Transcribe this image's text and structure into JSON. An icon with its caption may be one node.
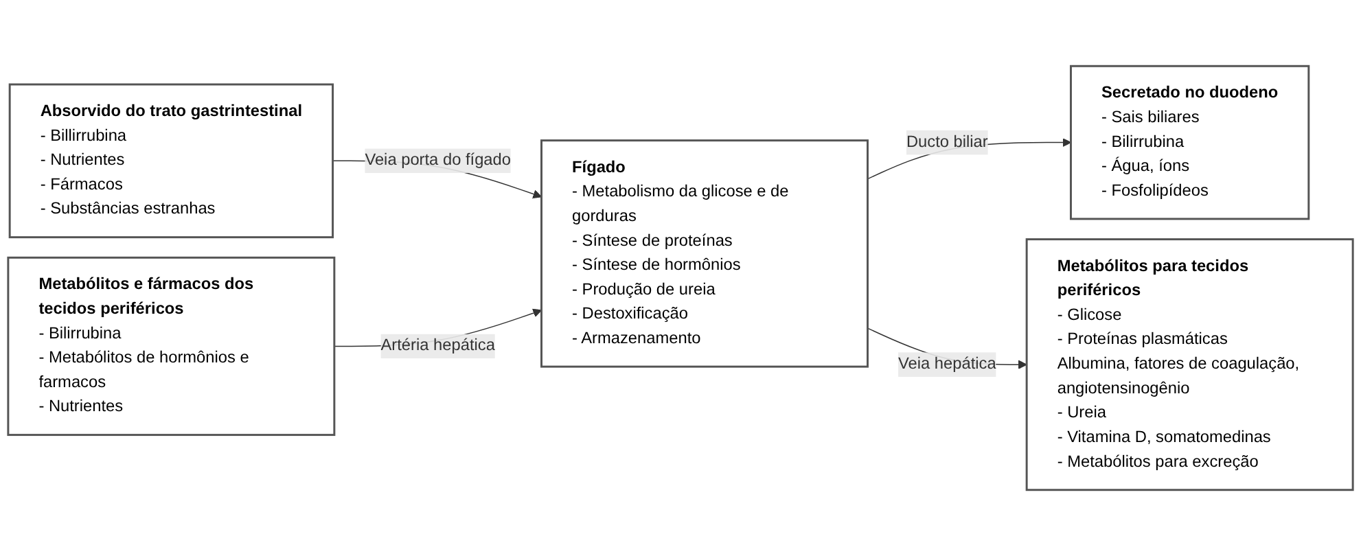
{
  "diagram": {
    "nodes": [
      {
        "text": [
          "Absorvido do trato gastrintestinal",
          "- Billirrubina",
          "- Nutrientes",
          "- Fármacos",
          "- Substâncias estranhas"
        ]
      },
      {
        "text": [
          "Metabólitos e fármacos dos tecidos periféricos",
          "- Bilirrubina",
          "- Metabólitos de hormônios e farmacos",
          "- Nutrientes"
        ]
      },
      {
        "text": [
          "Fígado",
          "- Metabolismo da glicose e de gorduras",
          "- Síntese de proteínas",
          "- Síntese de hormônios",
          "- Produção de ureia",
          "- Destoxificação",
          "- Armazenamento"
        ]
      },
      {
        "text": [
          "Secretado no duodeno",
          "- Sais biliares",
          "- Bilirrubina",
          "- Água, íons",
          "- Fosfolipídeos"
        ]
      },
      {
        "text": [
          "Metabólitos para tecidos periféricos",
          "- Glicose",
          "- Proteínas plasmáticas",
          "Albumina, fatores de coagulação, angiotensinogênio",
          "- Ureia",
          "- Vitamina D, somatomedinas",
          "- Metabólitos para excreção"
        ]
      }
    ],
    "edges": [
      {
        "from": 0,
        "to": 2,
        "arrow": "to",
        "label": "Veia porta do fígado"
      },
      {
        "from": 1,
        "to": 2,
        "arrow": "to",
        "label": "Artéria hepática"
      },
      {
        "from": 2,
        "to": 3,
        "arrow": "to",
        "label": "Ducto biliar"
      },
      {
        "from": 2,
        "to": 4,
        "arrow": "to",
        "label": "Veia hepática"
      }
    ]
  }
}
